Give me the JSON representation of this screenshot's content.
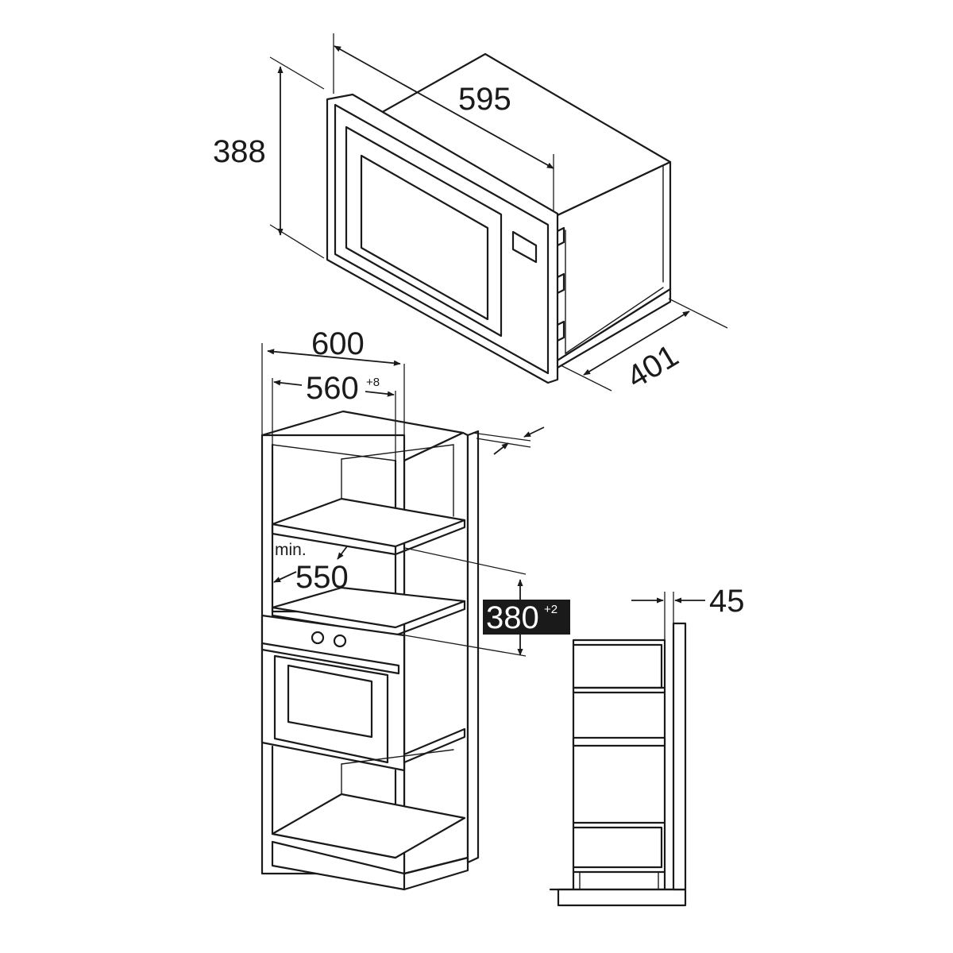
{
  "dimensions": {
    "device_width": "595",
    "device_height": "388",
    "device_depth": "401",
    "cabinet_width": "600",
    "niche_width": "560",
    "niche_width_tolerance": "+8",
    "min_depth_prefix": "min.",
    "min_depth": "550",
    "niche_height": "380",
    "niche_height_tolerance": "+2",
    "panel_offset": "45"
  }
}
